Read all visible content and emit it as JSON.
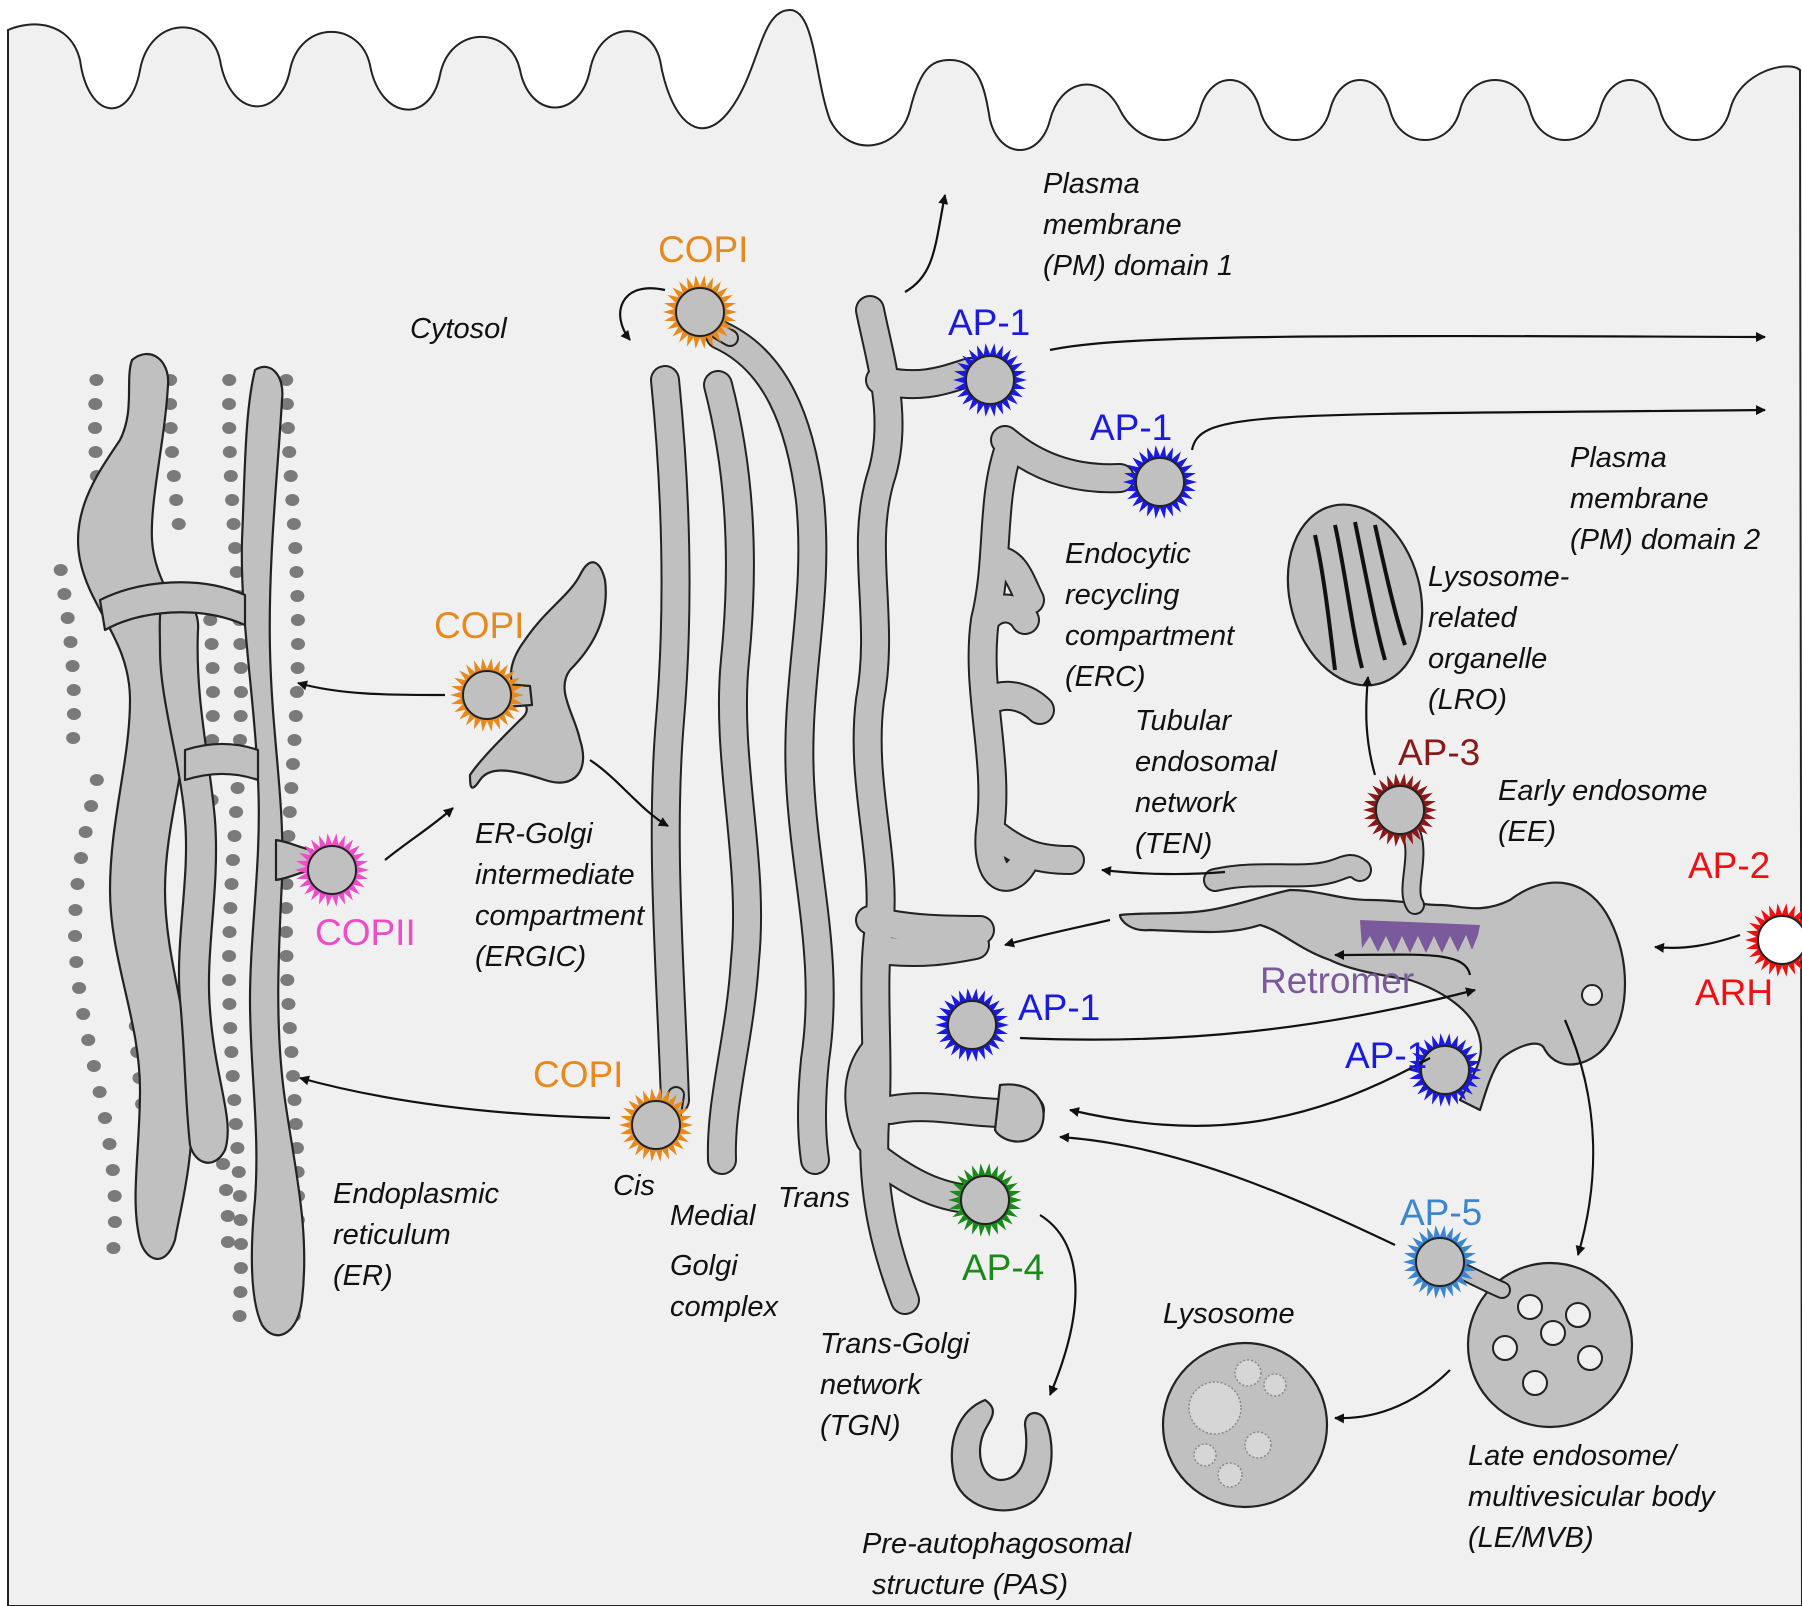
{
  "colors": {
    "cytosol": "#f0f0f0",
    "organelle": "#c0c0c0",
    "outline": "#222222",
    "copi": "#e8891e",
    "copii": "#f04bc8",
    "ap1": "#1a1ae0",
    "ap2": "#ee1111",
    "ap3": "#8a1a1a",
    "ap4": "#1a8a1a",
    "ap5": "#3a86d0",
    "retromer": "#7a5a9a",
    "arrow": "#111111"
  },
  "labels": {
    "pm_domain1": [
      "Plasma",
      "membrane",
      "(PM) domain 1"
    ],
    "pm_domain2": [
      "Plasma",
      "membrane",
      "(PM) domain 2"
    ],
    "cytosol": "Cytosol",
    "er": [
      "Endoplasmic",
      "reticulum",
      "(ER)"
    ],
    "ergic": [
      "ER-Golgi",
      "intermediate",
      "compartment",
      "(ERGIC)"
    ],
    "cis": "Cis",
    "medial": "Medial",
    "trans": "Trans",
    "golgi_complex": [
      "Golgi",
      "complex"
    ],
    "tgn": [
      "Trans-Golgi",
      "network",
      "(TGN)"
    ],
    "erc": [
      "Endocytic",
      "recycling",
      "compartment",
      "(ERC)"
    ],
    "ten": [
      "Tubular",
      "endosomal",
      "network",
      "(TEN)"
    ],
    "lro": [
      "Lysosome-",
      "related",
      "organelle",
      "(LRO)"
    ],
    "ee": [
      "Early endosome",
      "(EE)"
    ],
    "lysosome": "Lysosome",
    "le_mvb": [
      "Late endosome/",
      "multivesicular body",
      "(LE/MVB)"
    ],
    "pas": [
      "Pre-autophagosomal",
      "structure (PAS)"
    ]
  },
  "coats": {
    "copi_golgi_top": "COPI",
    "copi_ergic": "COPI",
    "copi_cis": "COPI",
    "copii": "COPII",
    "ap1_tgn_top": "AP-1",
    "ap1_erc": "AP-1",
    "ap1_tgn_mid": "AP-1",
    "ap1_ee": "AP-1",
    "ap2": "AP-2",
    "arh": "ARH",
    "ap3": "AP-3",
    "ap4": "AP-4",
    "ap5": "AP-5",
    "retromer": "Retromer"
  }
}
